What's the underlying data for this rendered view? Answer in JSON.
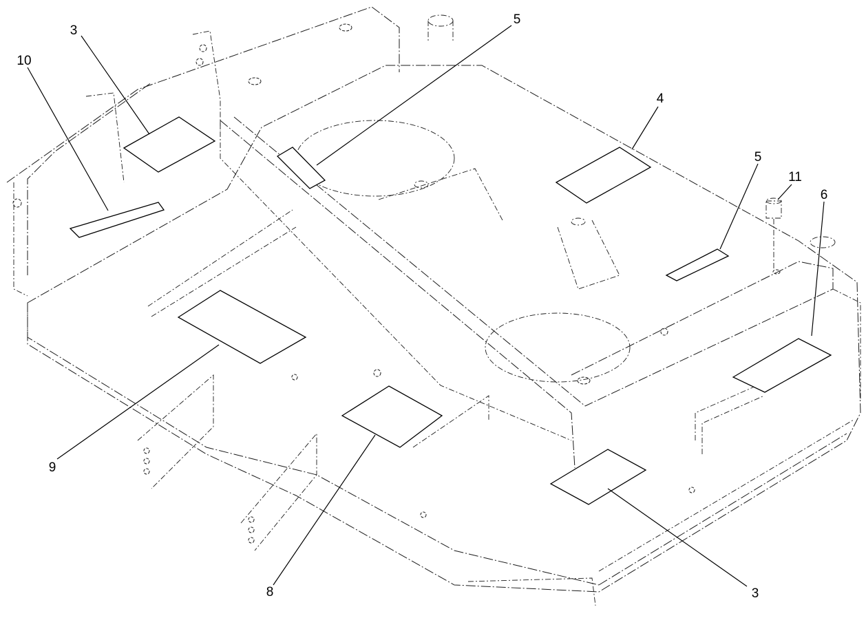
{
  "callouts": [
    {
      "id": "c3a",
      "label": "3"
    },
    {
      "id": "c10",
      "label": "10"
    },
    {
      "id": "c5a",
      "label": "5"
    },
    {
      "id": "c4",
      "label": "4"
    },
    {
      "id": "c5b",
      "label": "5"
    },
    {
      "id": "c11",
      "label": "11"
    },
    {
      "id": "c6",
      "label": "6"
    },
    {
      "id": "c9",
      "label": "9"
    },
    {
      "id": "c8",
      "label": "8"
    },
    {
      "id": "c3b",
      "label": "3"
    }
  ],
  "colors": {
    "line": "#1a1a1a",
    "decal_fill": "#ffffff",
    "background": "#ffffff"
  }
}
